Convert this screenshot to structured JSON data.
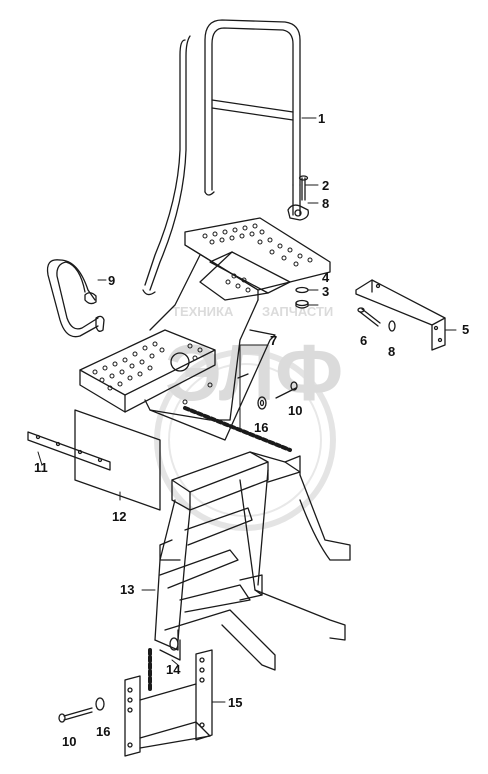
{
  "watermark": {
    "text_top": "ТЕХНИКА",
    "text_bottom": "ЗАПЧАСТИ",
    "letters": "ЭЛФ"
  },
  "callouts": [
    {
      "id": "c1",
      "label": "1"
    },
    {
      "id": "c2",
      "label": "2"
    },
    {
      "id": "c3",
      "label": "3"
    },
    {
      "id": "c4",
      "label": "4"
    },
    {
      "id": "c5",
      "label": "5"
    },
    {
      "id": "c6",
      "label": "6"
    },
    {
      "id": "c7",
      "label": "7"
    },
    {
      "id": "c8a",
      "label": "8"
    },
    {
      "id": "c8b",
      "label": "8"
    },
    {
      "id": "c9",
      "label": "9"
    },
    {
      "id": "c10a",
      "label": "10"
    },
    {
      "id": "c10b",
      "label": "10"
    },
    {
      "id": "c11",
      "label": "11"
    },
    {
      "id": "c12",
      "label": "12"
    },
    {
      "id": "c13",
      "label": "13"
    },
    {
      "id": "c14",
      "label": "14"
    },
    {
      "id": "c15",
      "label": "15"
    },
    {
      "id": "c16a",
      "label": "16"
    },
    {
      "id": "c16b",
      "label": "16"
    }
  ],
  "colors": {
    "line": "#1a1a1a",
    "watermark": "#d9d9d9",
    "background": "#ffffff"
  }
}
